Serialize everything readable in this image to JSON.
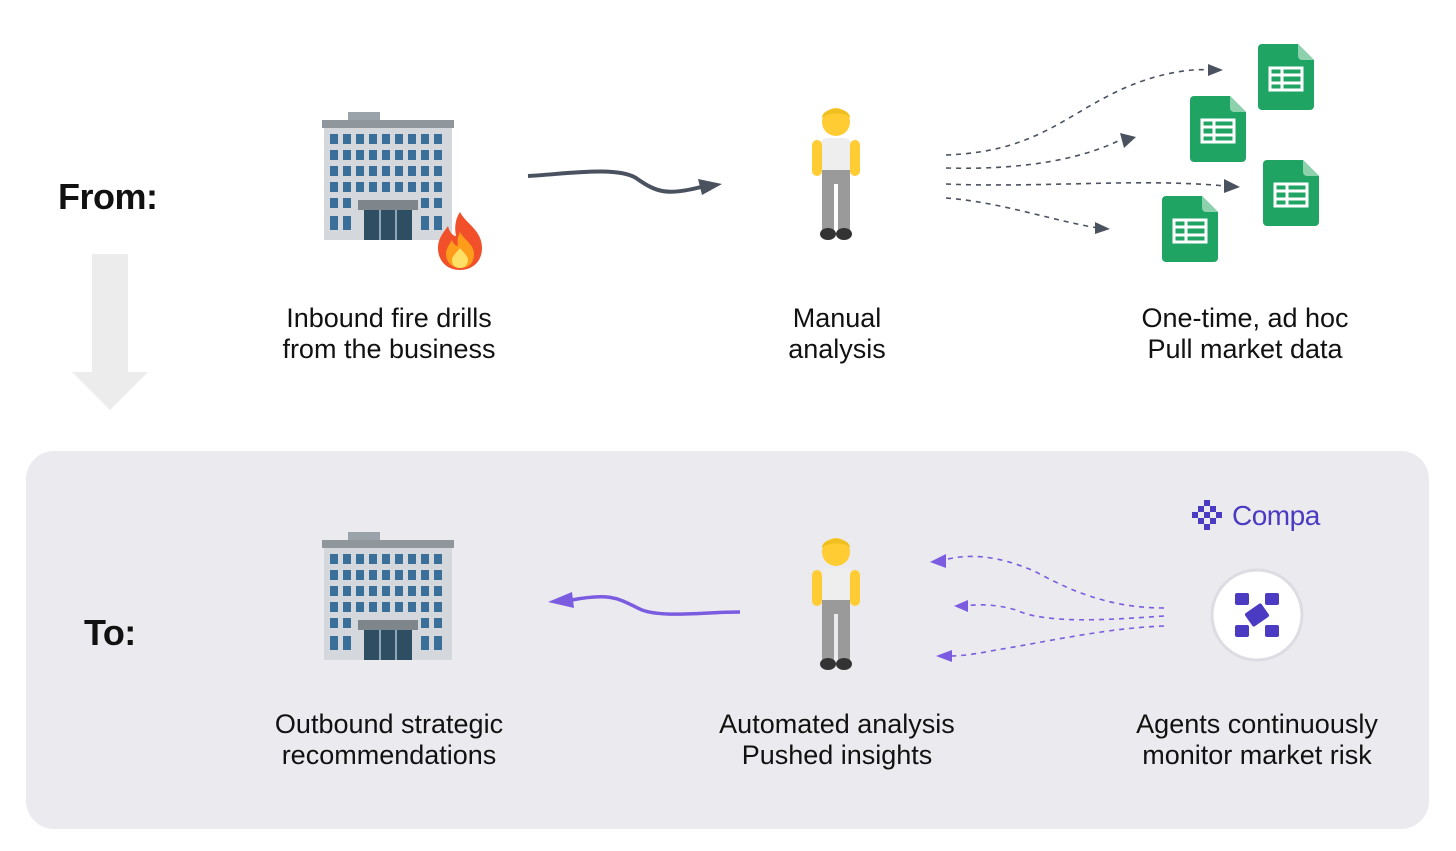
{
  "labels": {
    "from": "From:",
    "to": "To:"
  },
  "from_row": {
    "step1": {
      "line1": "Inbound fire drills",
      "line2": "from the business",
      "icon": "office-building-fire-icon"
    },
    "step2": {
      "line1": "Manual",
      "line2": "analysis",
      "icon": "person-icon"
    },
    "step3": {
      "line1": "One-time, ad hoc",
      "line2": "Pull market data",
      "icon": "spreadsheet-icon"
    }
  },
  "to_row": {
    "step1": {
      "line1": "Outbound strategic",
      "line2": "recommendations",
      "icon": "office-building-icon"
    },
    "step2": {
      "line1": "Automated analysis",
      "line2": "Pushed insights",
      "icon": "person-icon"
    },
    "step3": {
      "line1": "Agents continuously",
      "line2": "monitor market risk",
      "icon": "compa-agent-icon"
    }
  },
  "brand": {
    "name": "Compa"
  },
  "colors": {
    "panel": "#ebebef",
    "accent_purple": "#7b5ce0",
    "brand_purple": "#4b3bc2",
    "sheet_green": "#1fa463",
    "arrow_gray": "#4a5260"
  }
}
